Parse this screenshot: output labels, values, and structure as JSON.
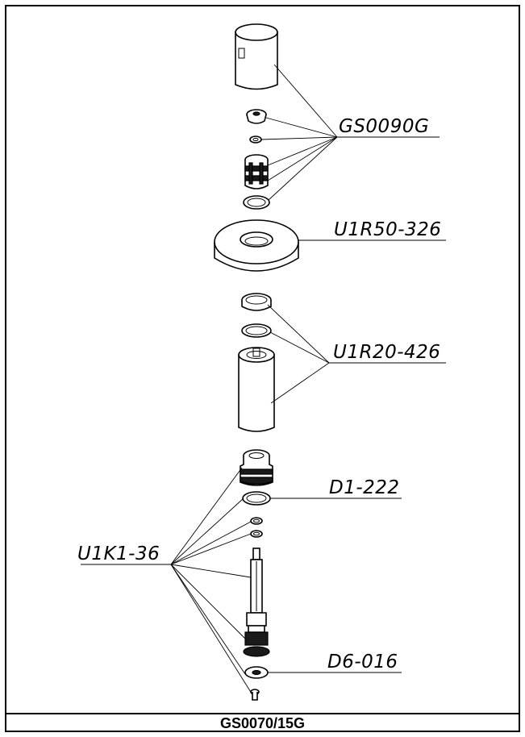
{
  "labels": {
    "gs0090g": "GS0090G",
    "u1r50_326": "U1R50-326",
    "u1r20_426": "U1R20-426",
    "d1_222": "D1-222",
    "u1k1_36": "U1K1-36",
    "d6_016": "D6-016"
  },
  "footer": {
    "code": "GS0070/15G"
  }
}
